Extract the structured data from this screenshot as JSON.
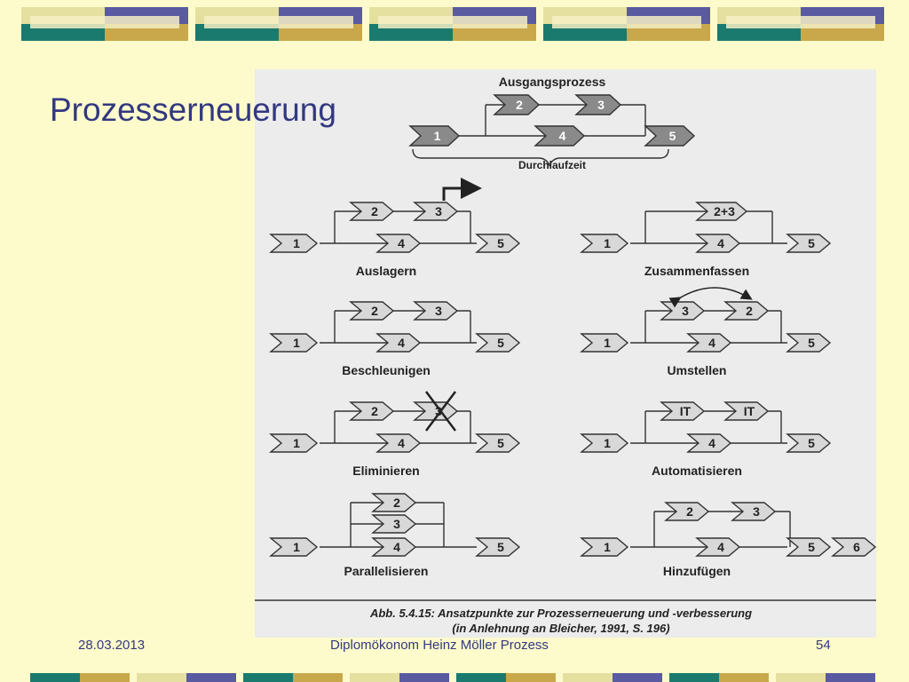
{
  "slide": {
    "title": "Prozesserneuerung",
    "colors": {
      "background": "#fdfbcb",
      "title": "#333880",
      "deco_navy": "#5a5aa0",
      "deco_teal": "#1a7a6e",
      "deco_gold": "#c8a84a",
      "deco_light": "#e6e0a0"
    }
  },
  "figure": {
    "top": {
      "label": "Ausgangsprozess",
      "steps": [
        "1",
        "2",
        "3",
        "4",
        "5"
      ],
      "brace_label": "Durchlaufzeit"
    },
    "variants": [
      {
        "name": "Auslagern",
        "steps": [
          "1",
          "2",
          "3",
          "4",
          "5"
        ]
      },
      {
        "name": "Zusammenfassen",
        "steps": [
          "1",
          "2+3",
          "4",
          "5"
        ]
      },
      {
        "name": "Beschleunigen",
        "steps": [
          "1",
          "2",
          "3",
          "4",
          "5"
        ]
      },
      {
        "name": "Umstellen",
        "steps": [
          "1",
          "3",
          "2",
          "4",
          "5"
        ]
      },
      {
        "name": "Eliminieren",
        "steps": [
          "1",
          "2",
          "3",
          "4",
          "5"
        ]
      },
      {
        "name": "Automatisieren",
        "steps": [
          "1",
          "IT",
          "IT",
          "4",
          "5"
        ]
      },
      {
        "name": "Parallelisieren",
        "steps": [
          "1",
          "2",
          "3",
          "4",
          "5"
        ]
      },
      {
        "name": "Hinzufügen",
        "steps": [
          "1",
          "2",
          "3",
          "4",
          "5",
          "6"
        ]
      }
    ],
    "caption_line1": "Abb. 5.4.15: Ansatzpunkte zur Prozesserneuerung  und -verbesserung",
    "caption_line2": "(in Anlehnung an Bleicher, 1991, S. 196)"
  },
  "footer": {
    "date": "28.03.2013",
    "center": "Diplomökonom Heinz Möller   Prozess",
    "page": "54"
  }
}
